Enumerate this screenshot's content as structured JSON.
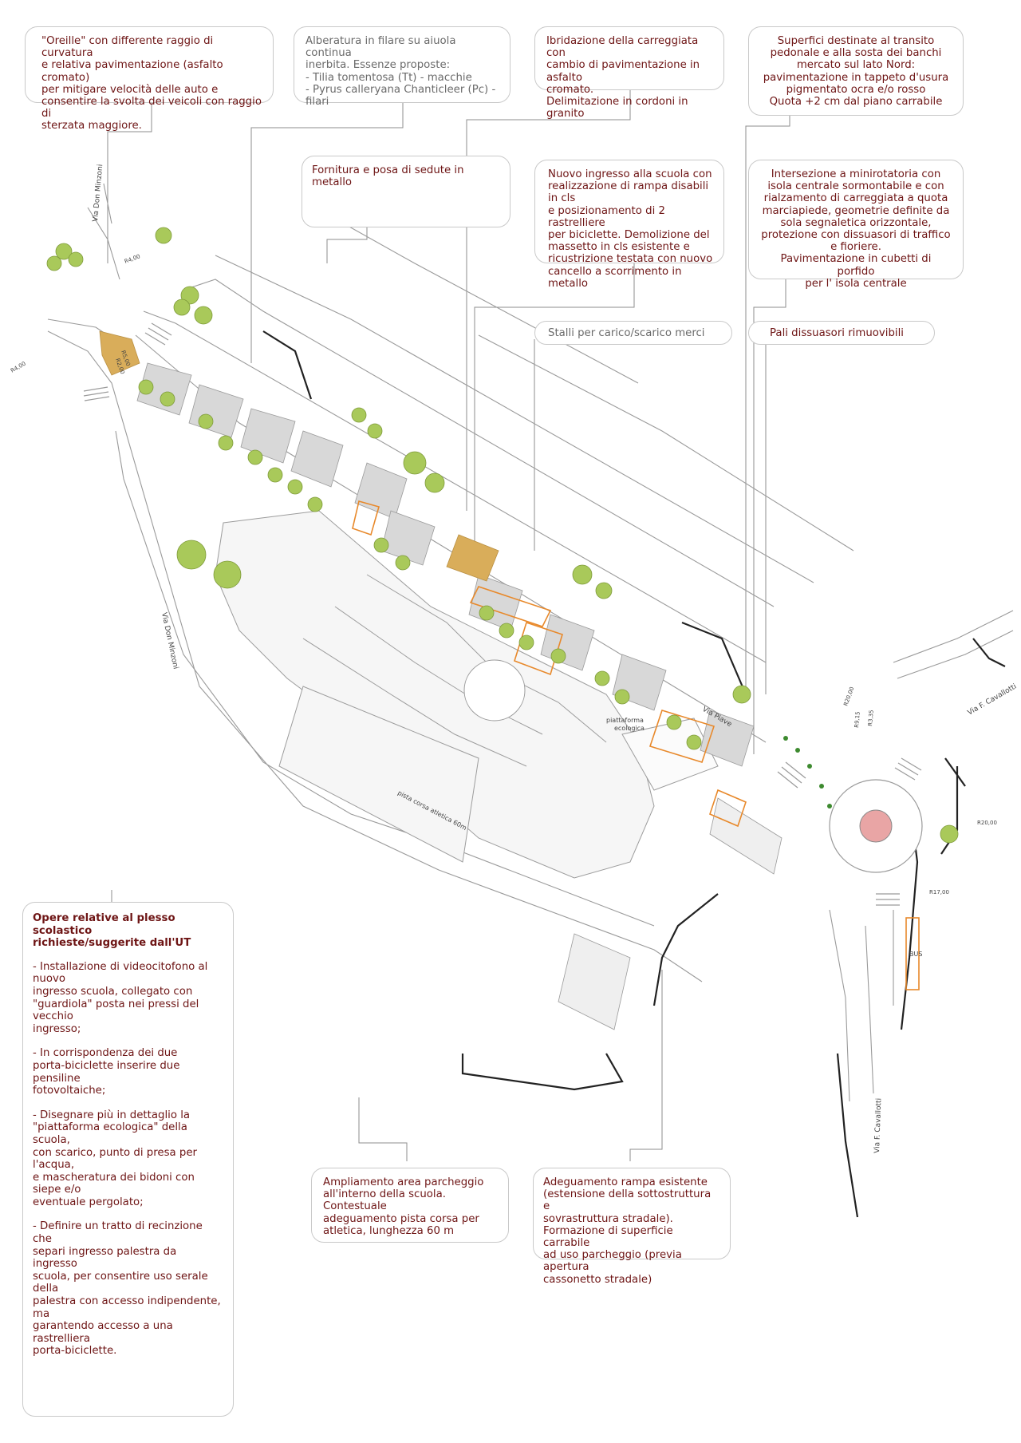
{
  "colors": {
    "text": "#6e1515",
    "grey_text": "#6a6a6a",
    "box_border": "#c9c9c9",
    "ochre": "#d9ad5a",
    "tree_green": "#a9c95a",
    "orange": "#e8892b",
    "pink": "#e9a5a5"
  },
  "callouts": {
    "oreille": "\"Oreille\" con differente raggio di curvatura\ne relativa pavimentazione (asfalto cromato)\nper mitigare velocità delle auto e\nconsentire la svolta dei veicoli con raggio di\nsterzata maggiore.",
    "alberatura": "Alberatura in filare su aiuola continua\ninerbita. Essenze proposte:\n- Tilia tomentosa (Tt) - macchie\n- Pyrus calleryana Chanticleer (Pc) - filari",
    "ibridazione": "Ibridazione della carreggiata con\ncambio di pavimentazione in asfalto\ncromato.\nDelimitazione in cordoni in granito",
    "superfici": "Superfici destinate al transito\npedonale e alla sosta dei banchi\nmercato sul lato Nord:\npavimentazione in tappeto d'usura\npigmentato ocra e/o rosso\nQuota +2 cm dal piano carrabile",
    "sedute": "Fornitura e posa di sedute in metallo",
    "ingresso": "Nuovo ingresso alla scuola con\nrealizzazione di rampa disabili in cls\ne posizionamento di 2 rastrelliere\nper biciclette. Demolizione del\nmassetto in cls esistente e\nricustrizione testata con nuovo\ncancello a scorrimento in metallo",
    "intersezione": "Intersezione a minirotatoria con\nisola centrale sormontabile e con\nrialzamento di carreggiata a quota\nmarciapiede, geometrie definite da\nsola segnaletica orizzontale,\nprotezione con dissuasori di traffico\ne fioriere.\nPavimentazione in cubetti di porfido\nper l' isola centrale",
    "stalli": "Stalli per carico/scarico merci",
    "pali": "Pali dissuasori rimuovibili",
    "ampliamento": "Ampliamento area parcheggio\nall'interno della scuola. Contestuale\nadeguamento pista corsa per\natletica, lunghezza 60 m",
    "adeguamento": "Adeguamento rampa esistente\n(estensione della sottostruttura e\nsovrastruttura stradale).\nFormazione di superficie carrabile\nad uso parcheggio (previa apertura\ncassonetto stradale)"
  },
  "opere": {
    "title": "Opere relative al plesso scolastico\nrichieste/suggerite dall'UT",
    "items": [
      "- Installazione di videocitofono al nuovo\ningresso scuola, collegato con\n\"guardiola\" posta nei pressi del vecchio\ningresso;",
      "- In corrispondenza dei due\nporta-biciclette inserire due pensiline\nfotovoltaiche;",
      "- Disegnare più in dettaglio la\n\"piattaforma ecologica\" della scuola,\ncon scarico, punto di presa per l'acqua,\ne mascheratura dei bidoni con siepe e/o\neventuale pergolato;",
      "- Definire un tratto di recinzione che\nsepari ingresso palestra da ingresso\nscuola, per consentire uso serale della\npalestra con accesso indipendente, ma\ngarantendo accesso a una rastrelliera\nporta-biciclette."
    ]
  },
  "map_labels": {
    "via_don_minzoni_top": "Via Don Minzoni",
    "via_don_minzoni": "Via Don Minzoni",
    "via_piave": "Via Piave",
    "via_cavallotti_top": "Via F. Cavallotti",
    "via_cavallotti_bottom": "Via F. Cavallotti",
    "pista": "pista corsa atletica 60m",
    "piattaforma": "piattaforma\necologica",
    "bus": "BUS",
    "r_4_00_a": "R4,00",
    "r_4_00_b": "R4,00",
    "r_2_00": "R2,00",
    "r_5_00": "R5,00",
    "r_20_00_a": "R20,00",
    "r_20_00_b": "R20,00",
    "r_17_00": "R17,00",
    "r_9_15": "R9,15",
    "r_3_35": "R3,35"
  }
}
